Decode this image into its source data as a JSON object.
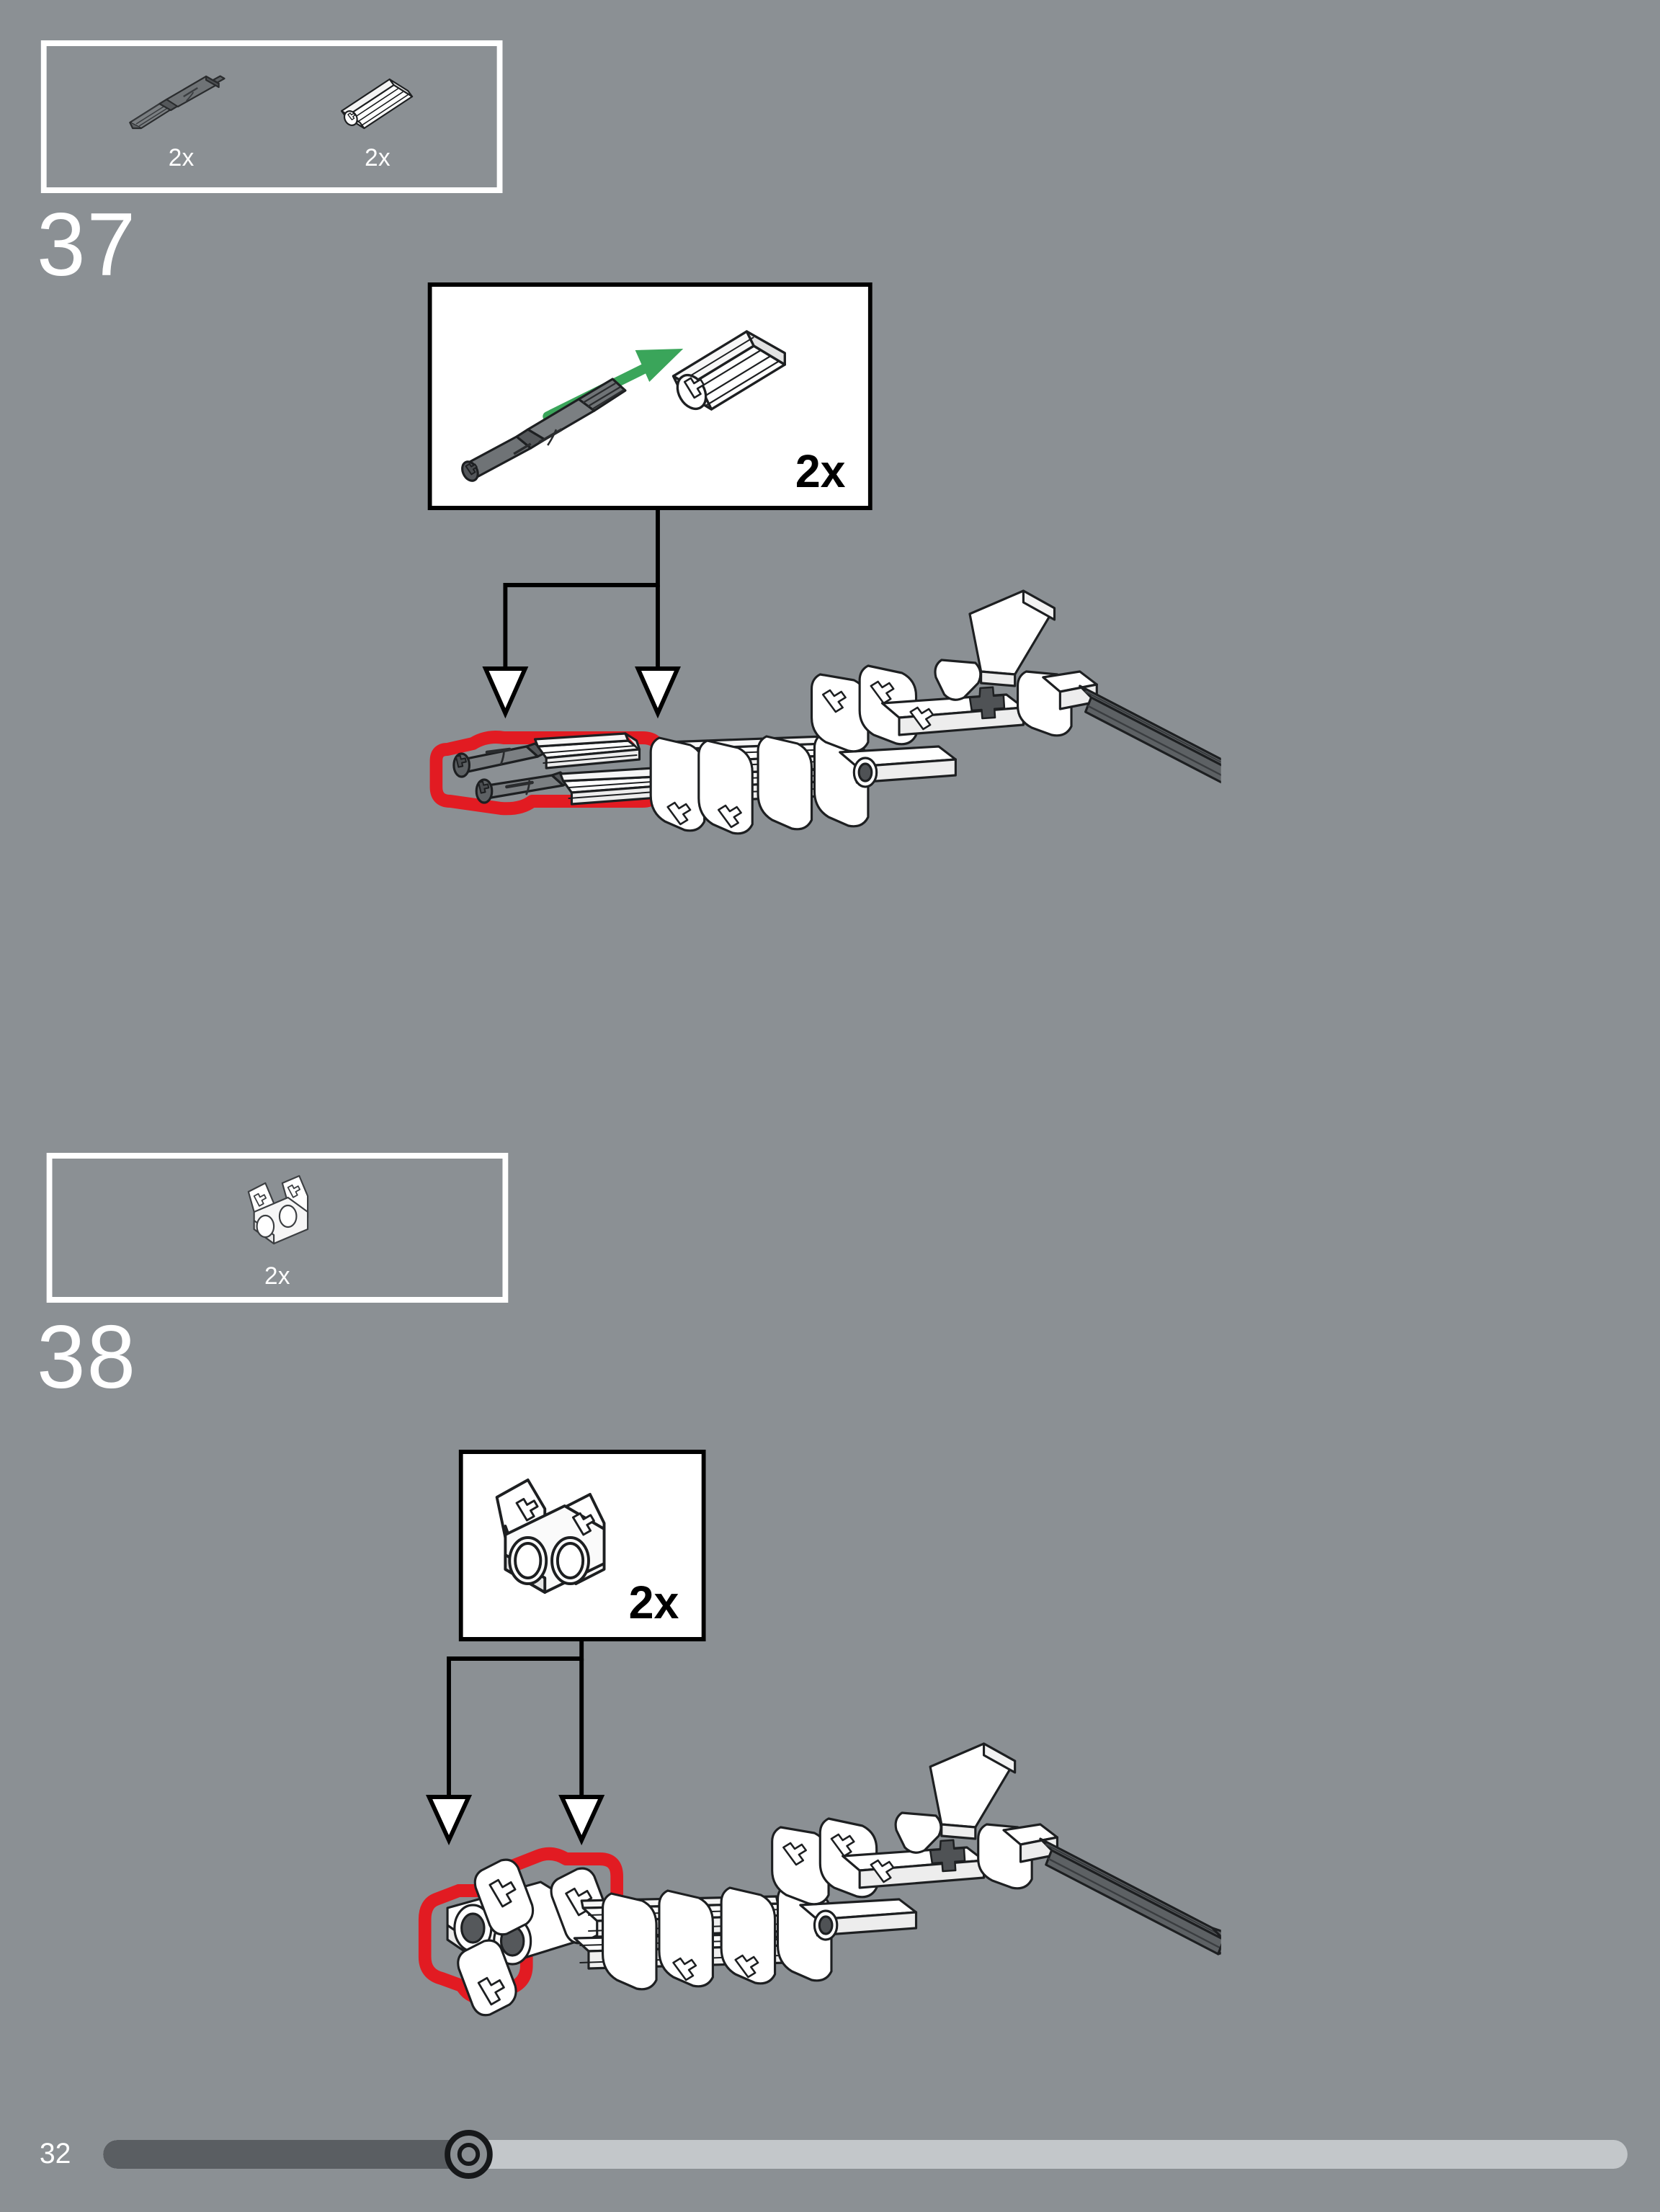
{
  "page": {
    "number": "32",
    "background_color": "#8b9094",
    "progress_percent": 24
  },
  "steps": [
    {
      "id": "step-37",
      "number": "37",
      "parts_bin": {
        "parts": [
          {
            "name": "axle-pin-connector-dark-gray",
            "quantity": "2x",
            "color": "#6f7376"
          },
          {
            "name": "axle-connector-white",
            "quantity": "2x",
            "color": "#ffffff"
          }
        ]
      },
      "callout": {
        "quantity": "2x",
        "action": "insert-axle-pin-into-connector",
        "arrow_color": "#3aa55a"
      },
      "assembly": {
        "highlight_color": "#e21b22",
        "arrow_count": 2
      }
    },
    {
      "id": "step-38",
      "number": "38",
      "parts_bin": {
        "parts": [
          {
            "name": "double-angular-beam-connector-white",
            "quantity": "2x",
            "color": "#ffffff"
          }
        ]
      },
      "callout": {
        "quantity": "2x",
        "action": "show-double-perpendicular-connector"
      },
      "assembly": {
        "highlight_color": "#e21b22",
        "arrow_count": 2
      }
    }
  ],
  "colors": {
    "background": "#8b9094",
    "highlight_red": "#e21b22",
    "arrow_green": "#3aa55a",
    "outline": "#000000",
    "white": "#ffffff",
    "dark_part": "#6f7376",
    "progress_fill": "#5a5e62",
    "progress_track": "#c3c7ca"
  }
}
